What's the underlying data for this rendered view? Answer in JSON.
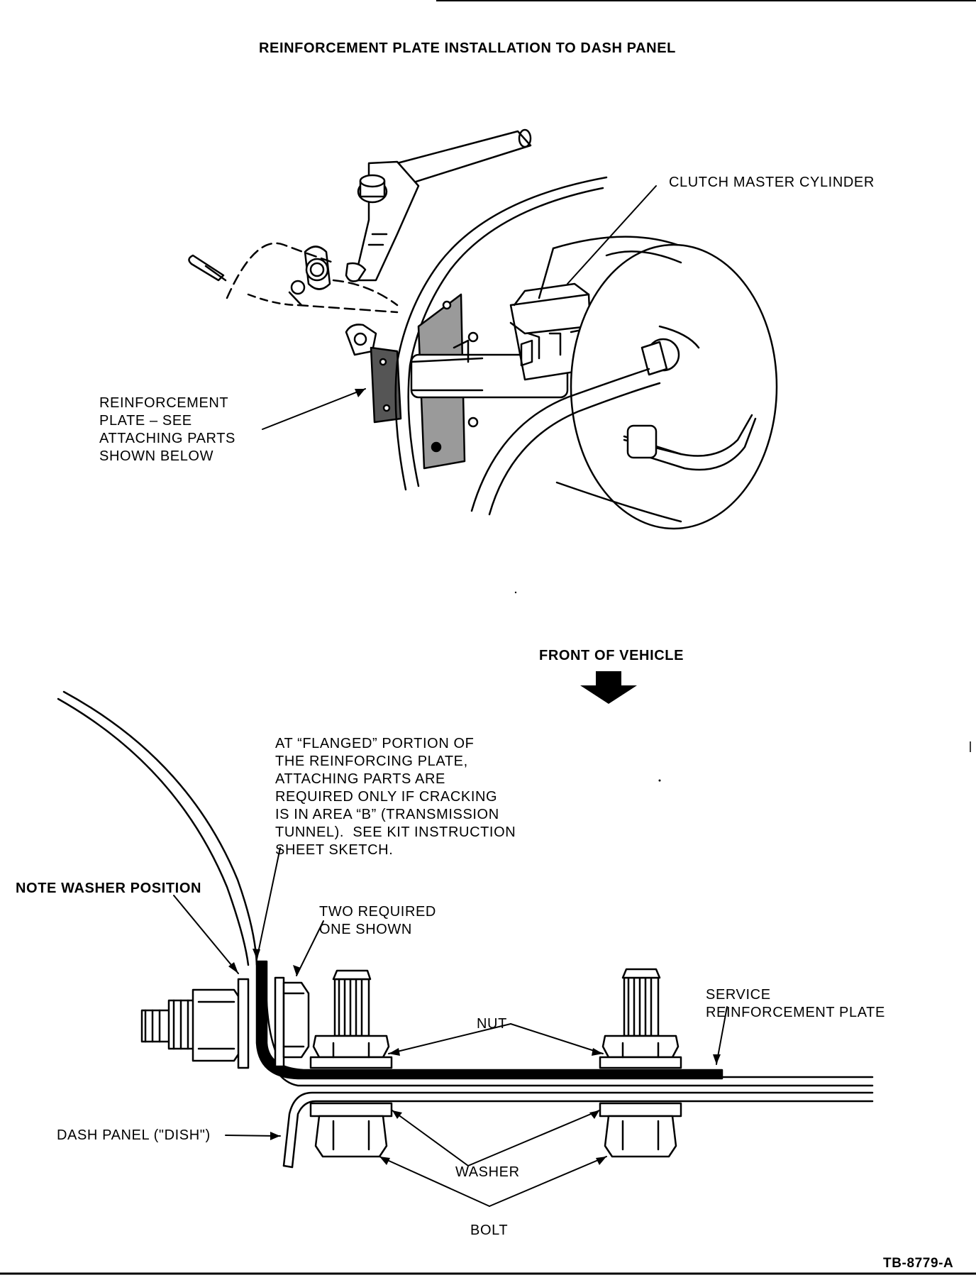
{
  "title": "REINFORCEMENT PLATE INSTALLATION TO DASH PANEL",
  "top_figure": {
    "clutch_label": "CLUTCH MASTER CYLINDER",
    "plate_label_lines": [
      "REINFORCEMENT",
      "PLATE – SEE",
      "ATTACHING PARTS",
      "SHOWN BELOW"
    ]
  },
  "bottom_figure": {
    "front_label": "FRONT OF VEHICLE",
    "note_lines": [
      "AT “FLANGED” PORTION OF",
      "THE REINFORCING PLATE,",
      "ATTACHING PARTS ARE",
      "REQUIRED ONLY IF CRACKING",
      "IS IN AREA “B” (TRANSMISSION",
      "TUNNEL).  SEE KIT INSTRUCTION",
      "SHEET SKETCH."
    ],
    "washer_position_label": "NOTE WASHER POSITION",
    "two_required_lines": [
      "TWO REQUIRED",
      "ONE SHOWN"
    ],
    "service_plate_lines": [
      "SERVICE",
      "REINFORCEMENT PLATE"
    ],
    "nut_label": "NUT",
    "dash_panel_label": "DASH PANEL (\"DISH\")",
    "washer_label": "WASHER",
    "bolt_label": "BOLT"
  },
  "figure_id": "TB-8779-A"
}
